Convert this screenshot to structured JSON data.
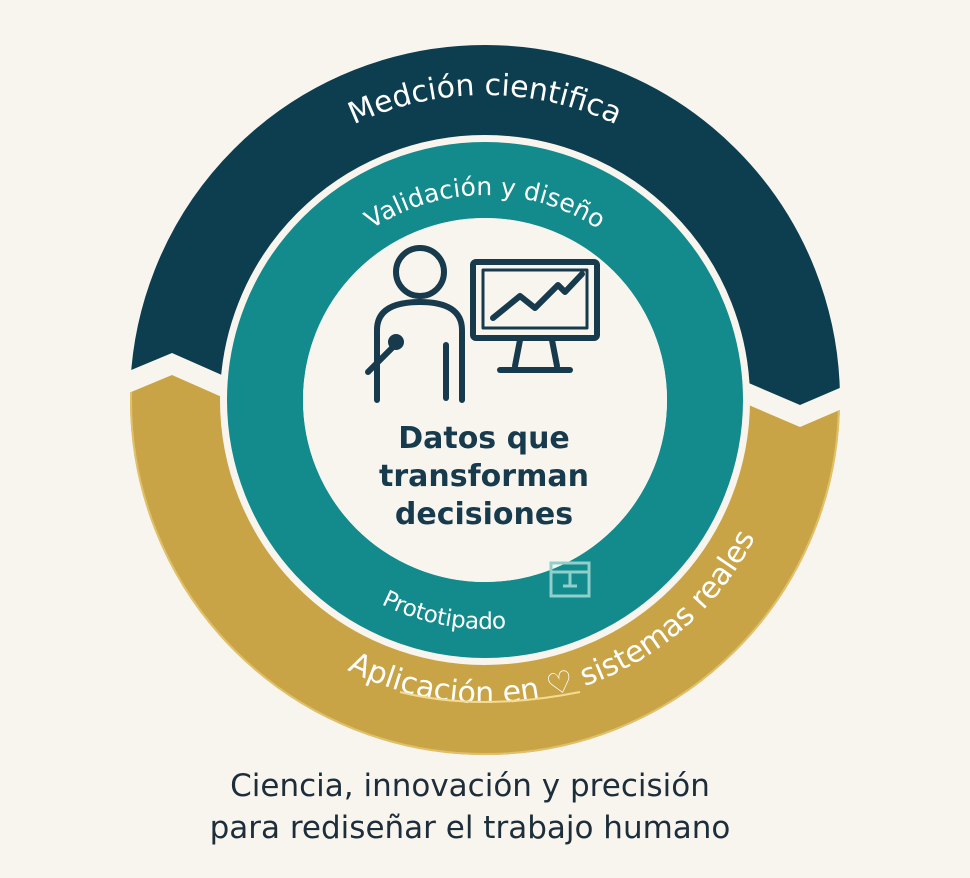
{
  "colors": {
    "navy": "#0d3e50",
    "teal": "#138a8c",
    "gold": "#c9a447",
    "background": "#f8f5ef",
    "text": "#173a4c"
  },
  "rings": {
    "outer_top": "Medción cientifica",
    "inner_top": "Validación y diseño",
    "inner_bottom": "Prototipado",
    "outer_bottom": "Aplicación en ♡ sistemas reales"
  },
  "center": {
    "lines": [
      "Datos que",
      "transforman",
      "decisiones"
    ],
    "icon": "presenter-chart-icon"
  },
  "prototype_icon": "prototype-box-icon",
  "caption": {
    "line1": "Ciencia, innovación y precisión",
    "line2": "para rediseñar el trabajo humano"
  }
}
